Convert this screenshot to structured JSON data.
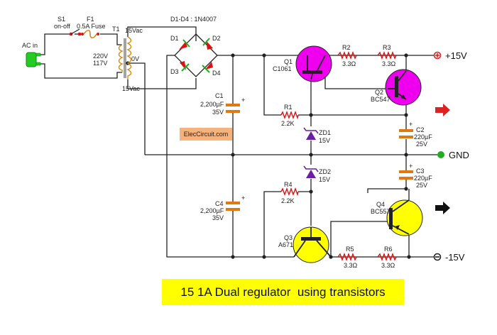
{
  "title": "15 1A Dual regulator  using transistors",
  "brand": "ElecCircuit.com",
  "input": {
    "label": "AC in"
  },
  "switch": {
    "ref": "S1",
    "value": "on-off"
  },
  "fuse": {
    "ref": "F1",
    "value": "0.5A Fuse"
  },
  "transformer": {
    "ref": "T1",
    "primary_1": "220V",
    "primary_2": "117V",
    "secondary_top": "15Vac",
    "center_tap": "0V",
    "secondary_bottom": "15Vac"
  },
  "bridge": {
    "title": "D1-D4 : 1N4007",
    "d1": "D1",
    "d2": "D2",
    "d3": "D3",
    "d4": "D4"
  },
  "caps": {
    "c1": {
      "ref": "C1",
      "value": "2,200µF",
      "voltage": "35V"
    },
    "c2": {
      "ref": "C2",
      "value": "220µF",
      "voltage": "25V"
    },
    "c3": {
      "ref": "C3",
      "value": "220µF",
      "voltage": "25V"
    },
    "c4": {
      "ref": "C4",
      "value": "2,200µF",
      "voltage": "35V"
    }
  },
  "resistors": {
    "r1": {
      "ref": "R1",
      "value": "2.2K"
    },
    "r2": {
      "ref": "R2",
      "value": "3.3Ω"
    },
    "r3": {
      "ref": "R3",
      "value": "3.3Ω"
    },
    "r4": {
      "ref": "R4",
      "value": "2.2K"
    },
    "r5": {
      "ref": "R5",
      "value": "3.3Ω"
    },
    "r6": {
      "ref": "R6",
      "value": "3.3Ω"
    }
  },
  "zeners": {
    "zd1": {
      "ref": "ZD1",
      "value": "15V"
    },
    "zd2": {
      "ref": "ZD2",
      "value": "15V"
    }
  },
  "transistors": {
    "q1": {
      "ref": "Q1",
      "value": "C1061"
    },
    "q2": {
      "ref": "Q2",
      "value": "BC547"
    },
    "q3": {
      "ref": "Q3",
      "value": "A671"
    },
    "q4": {
      "ref": "Q4",
      "value": "BC557"
    }
  },
  "outputs": {
    "positive": "+15V",
    "ground": "GND",
    "negative": "-15V"
  },
  "colors": {
    "npn_transistor": "#ee00ee",
    "pnp_transistor": "#ffff00",
    "resistor": "#dd1111",
    "diode": "#dd1111",
    "zener": "#6a1fa0",
    "capacitor": "#e07a10",
    "ground_terminal": "#22aa22",
    "positive_terminal": "#dd2222",
    "plug": "#22cc22",
    "title_background": "#ffff00",
    "brand_background": "#f6b27c"
  },
  "icons": {
    "ac_plug": "plug-icon",
    "positive_arrow": "arrow-right-red",
    "negative_arrow": "arrow-right-black"
  }
}
